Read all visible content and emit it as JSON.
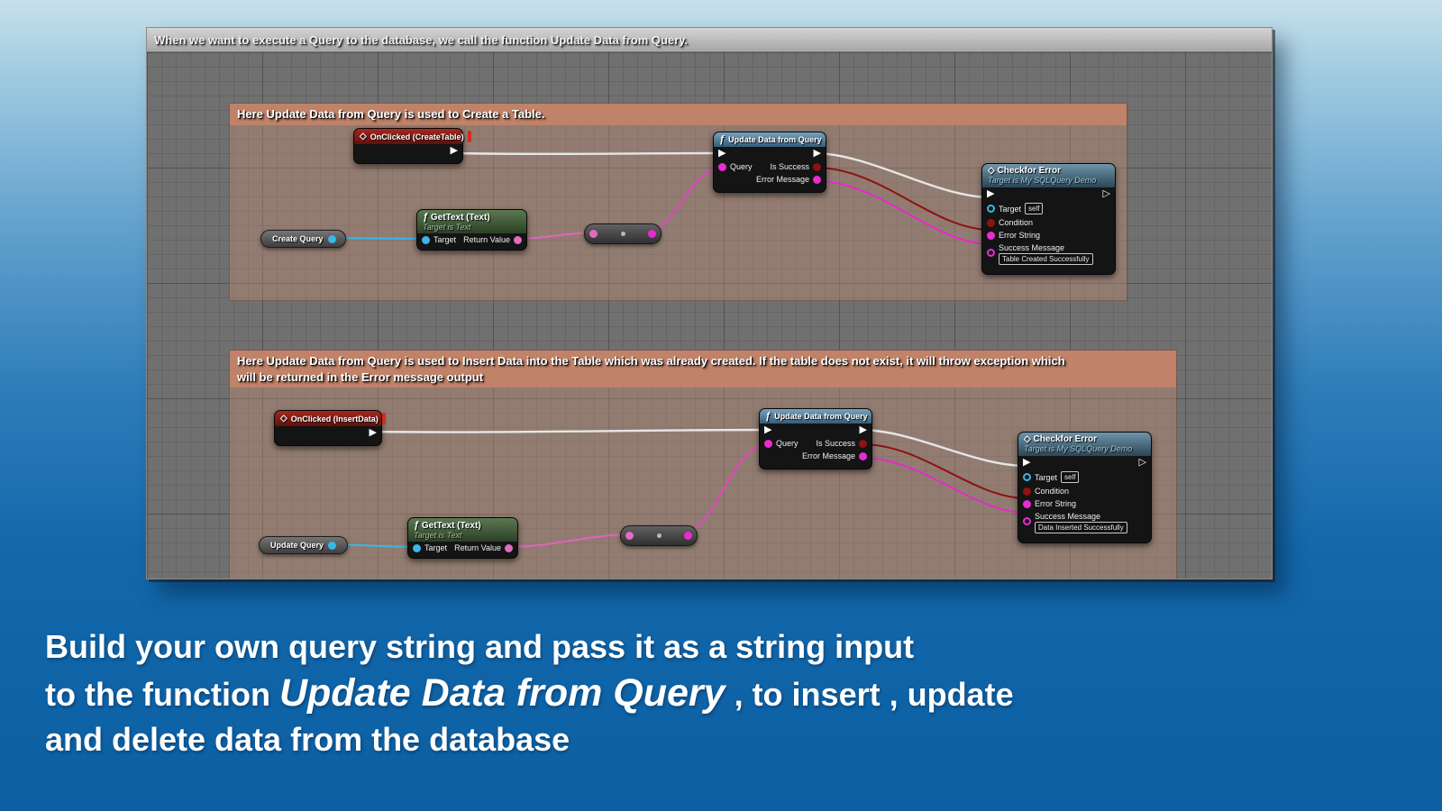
{
  "screenshot": {
    "title_bar": "When we want to execute a Query to the database, we call the function Update Data from Query."
  },
  "icons": {
    "function": "ƒ",
    "event_diamond": "◇",
    "exec_solid": "▶",
    "exec_hollow": "▷"
  },
  "colors": {
    "background_top": "#c6e0ea",
    "background_bottom": "#0c5fa3",
    "graph_background": "#707070",
    "comment_header": "#c08268",
    "event_node_header": "#8c1c15",
    "function_node_header": "#4f7b99",
    "pure_node_header": "#43593a",
    "exec_wire": "#e6e6e6",
    "object_pin": "#3ab6e8",
    "text_pin": "#e06cc0",
    "string_pin": "#e82cd0",
    "bool_pin": "#8e1212"
  },
  "section1": {
    "comment": "Here Update Data from Query is used to Create a Table.",
    "onclicked": {
      "title": "OnClicked (CreateTable)"
    },
    "variable": {
      "label": "Create Query"
    },
    "gettext": {
      "title": "GetText (Text)",
      "subtitle": "Target is Text",
      "pins": {
        "target": "Target",
        "return_value": "Return Value"
      }
    },
    "update_data": {
      "title": "Update Data from Query",
      "pins": {
        "query": "Query",
        "is_success": "Is Success",
        "error_message": "Error Message"
      }
    },
    "check_error": {
      "title": "Checkfor Error",
      "subtitle": "Target is My SQLQuery Demo",
      "pins": {
        "target": "Target",
        "condition": "Condition",
        "error_string": "Error String",
        "success_message": "Success Message"
      },
      "target_value": "self",
      "success_message_value": "Table Created Successfully"
    }
  },
  "section2": {
    "comment_line1": "Here Update Data from Query is used to Insert Data into the Table which was already created. If the table does not exist, it will throw exception which",
    "comment_line2": "will be returned in the Error message output",
    "onclicked": {
      "title": "OnClicked (InsertData)"
    },
    "variable": {
      "label": "Update Query"
    },
    "gettext": {
      "title": "GetText (Text)",
      "subtitle": "Target is Text",
      "pins": {
        "target": "Target",
        "return_value": "Return Value"
      }
    },
    "update_data": {
      "title": "Update Data from Query",
      "pins": {
        "query": "Query",
        "is_success": "Is Success",
        "error_message": "Error Message"
      }
    },
    "check_error": {
      "title": "Checkfor Error",
      "subtitle": "Target is My SQLQuery Demo",
      "pins": {
        "target": "Target",
        "condition": "Condition",
        "error_string": "Error String",
        "success_message": "Success Message"
      },
      "target_value": "self",
      "success_message_value": "Data Inserted Successfully"
    }
  },
  "caption": {
    "line1": "Build your own query string and pass it as a string input",
    "line2_prefix": "to the function ",
    "line2_emphasis": "Update Data from Query",
    "line2_suffix": " , to insert , update",
    "line3": "and delete data from the database"
  }
}
